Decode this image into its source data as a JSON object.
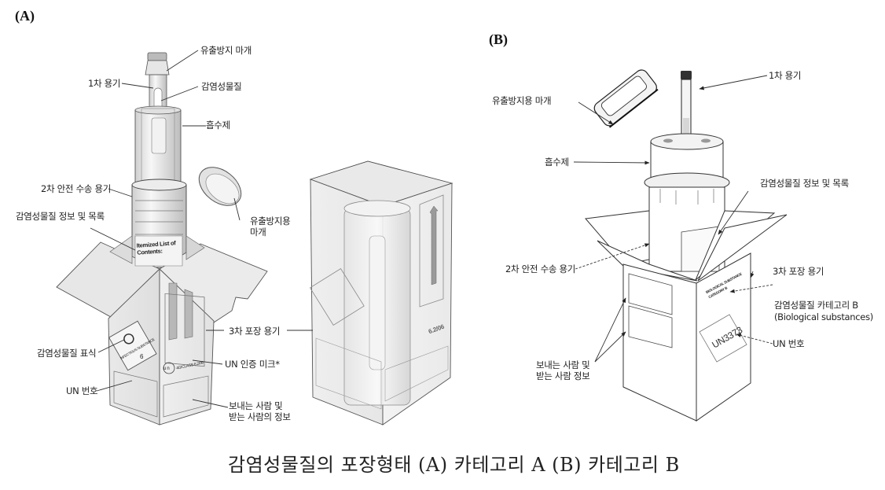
{
  "panel_a": {
    "label": "(A)",
    "labels": {
      "leakproof_cap": "유출방지 마개",
      "primary_container": "1차 용기",
      "infectious_substance": "감염성물질",
      "absorbent": "흡수제",
      "secondary_container": "2차 안전 수송 용기",
      "contents_list": "감염성물질 정보 및 목록",
      "secondary_cap": "유출방지용\n마개",
      "outer_packaging": "3차 포장 용기",
      "hazard_label": "감염성물질 표식",
      "un_cert_mark": "UN 인증 미크*",
      "un_number": "UN 번호",
      "sender_receiver": "보내는 사람 및\n받는 사람의 정보"
    },
    "box_text": {
      "itemized_list": "Itemized List of\nContents:",
      "infectious_label": "INFECTIOUS SUBSTANCE",
      "class_mark": "4G/CLASS 6.2/06",
      "class_mark_short": "6.2/06",
      "class_number": "6",
      "un_logo": "u n"
    }
  },
  "panel_b": {
    "label": "(B)",
    "labels": {
      "primary_container": "1차 용기",
      "leakproof_cap": "유출방지용 마개",
      "absorbent": "흡수제",
      "contents_list": "감염성물질 정보 및 목록",
      "secondary_container": "2차 안전 수송 용기",
      "outer_packaging": "3차 포장 용기",
      "category_b": "감염성물질 카테고리 B",
      "category_b_en": "(Biological substances)",
      "un_number": "UN 번호",
      "sender_receiver": "보내는 사람 및\n받는 사람 정보"
    },
    "box_text": {
      "un_code": "UN3373",
      "bio_substance": "BIOLOGICAL SUBSTANCE\nCATEGORY B"
    }
  },
  "caption": "감염성물질의 포장형태 (A) 카테고리 A (B) 카테고리 B",
  "colors": {
    "line": "#333333",
    "fill_light": "#ececec",
    "fill_mid": "#d9d9d9",
    "fill_dark": "#a8a8a8"
  }
}
